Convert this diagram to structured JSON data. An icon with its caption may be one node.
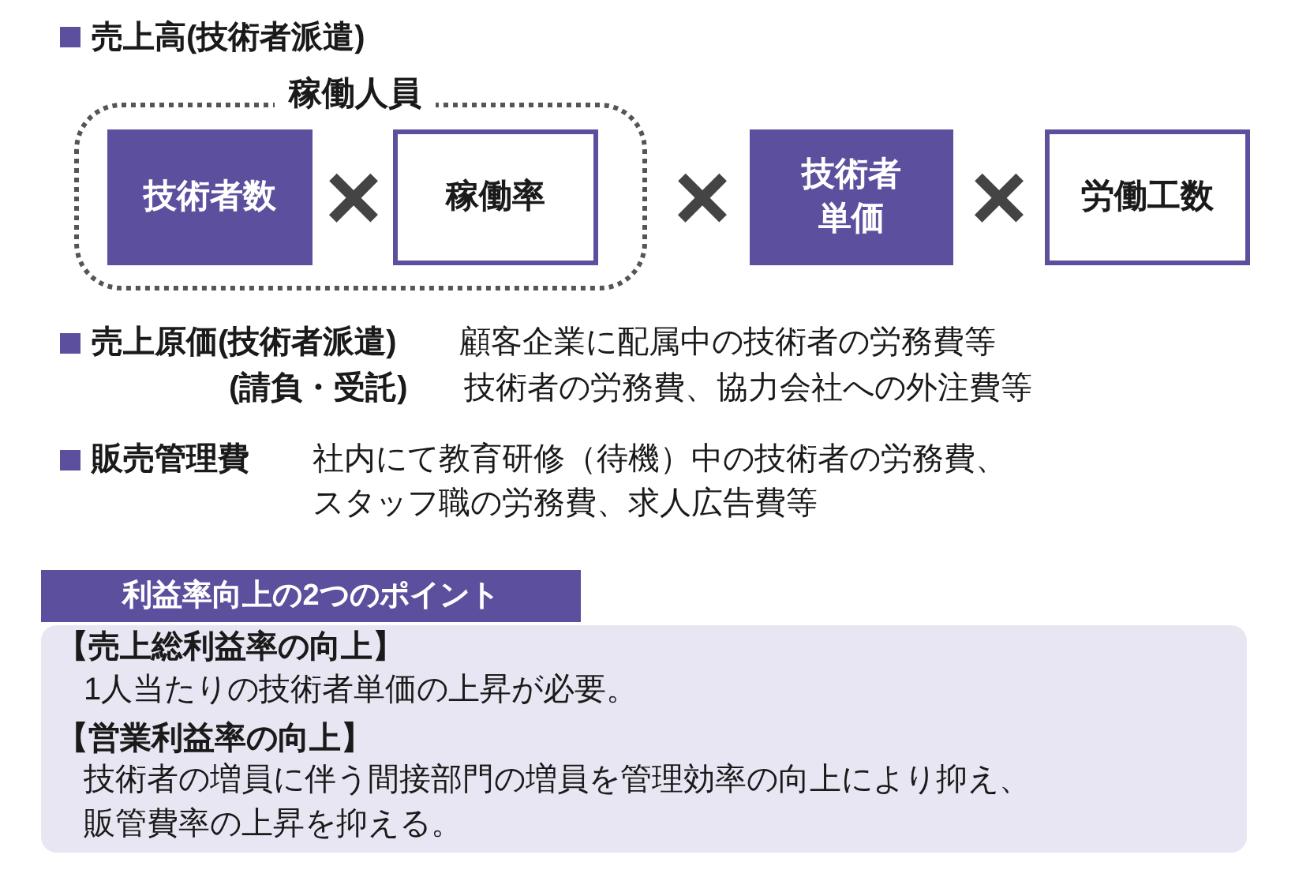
{
  "diagram": {
    "nodes": [
      {
        "text": [
          "稼働人員"
        ]
      },
      {
        "text": [
          "技術者数"
        ],
        "in": 0
      },
      {
        "text": [
          "稼働率"
        ],
        "in": 0
      },
      {
        "text": [
          "技術者単価"
        ]
      },
      {
        "text": [
          "労働工数"
        ]
      },
      {
        "text": [
          "利益率向上の2つのポイント"
        ]
      },
      {
        "text": [
          "【売上総利益率の向上】",
          "1人当たりの技術者単価の上昇が必要。",
          "【営業利益率の向上】",
          "技術者の増員に伴う間接部門の増員を管理効率の向上により抑え、販管費率の上昇を抑える。"
        ]
      }
    ],
    "labels": [
      "売上高(技術者派遣)",
      "×",
      "×",
      "×",
      "売上原価(技術者派遣)",
      "顧客企業に配属中の技術者の労務費等",
      "(請負・受託)",
      "技術者の労務費、協力会社への外注費等",
      "販売管理費",
      "社内にて教育研修（待機）中の技術者の労務費、スタッフ職の労務費、求人広告費等"
    ]
  }
}
